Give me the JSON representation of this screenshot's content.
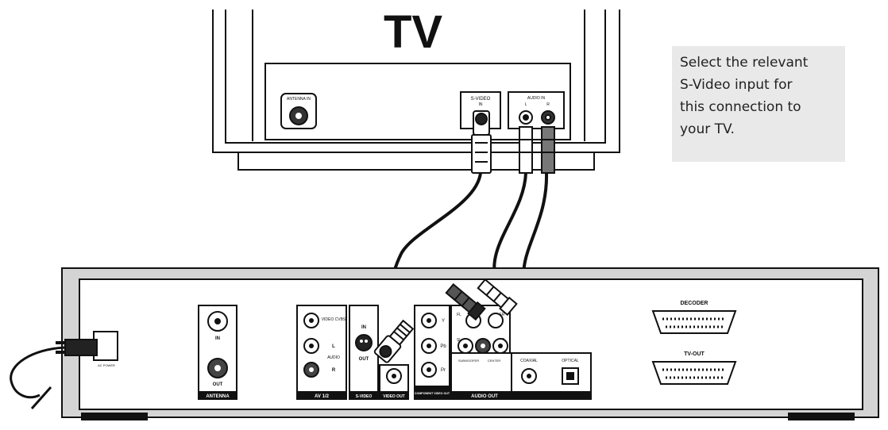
{
  "tv": {
    "title": "TV",
    "antenna_label": "ANTENNA IN",
    "svideo_label": "S-VIDEO",
    "svideo_sub": "IN",
    "audio_label": "AUDIO IN",
    "audio_l": "L",
    "audio_r": "R"
  },
  "note": {
    "text": "Select the relevant\nS-Video input for\nthis connection to\nyour TV."
  },
  "player": {
    "power_label": "AC POWER",
    "antenna": {
      "in": "IN",
      "out": "OUT",
      "label": "ANTENNA"
    },
    "av": {
      "video_cvbs": "VIDEO CVBS",
      "audio": "AUDIO",
      "l": "L",
      "r": "R",
      "label": "AV 1/2"
    },
    "svideo": {
      "in": "IN",
      "out": "OUT",
      "label": "S-VIDEO"
    },
    "video_out": {
      "label": "VIDEO OUT"
    },
    "component": {
      "y": "Y",
      "pb": "Pb",
      "pr": "Pr",
      "label": "COMPONENT VIDEO OUT"
    },
    "audio_out": {
      "fl": "FL",
      "fr": "FR",
      "sl": "SL",
      "sr": "SR",
      "subwoofer": "SUBWOOFER",
      "center": "CENTER",
      "coaxial": "COAXIAL",
      "optical": "OPTICAL",
      "label": "AUDIO OUT"
    },
    "decoder_label": "DECODER",
    "tvout_label": "TV-OUT"
  },
  "colors": {
    "ink": "#111111",
    "panel": "#d9d9d9",
    "note_bg": "#e9e9e9"
  }
}
